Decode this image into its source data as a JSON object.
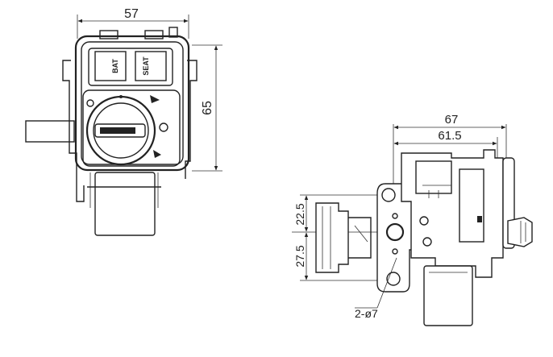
{
  "front_view": {
    "width_dim": "57",
    "height_dim": "65",
    "label_bat": "BAT",
    "label_seat": "SEAT"
  },
  "side_view": {
    "overall_dim": "67",
    "inner_dim": "61.5",
    "upper_hole_dim": "22.5",
    "lower_hole_dim": "27.5",
    "hole_note": "2-ø7"
  }
}
